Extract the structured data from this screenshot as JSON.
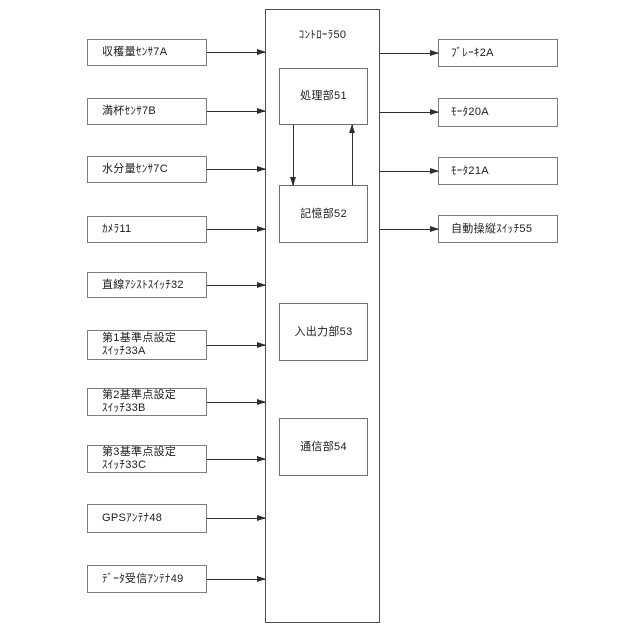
{
  "figure": {
    "type": "block-diagram",
    "controller": {
      "label": "ｺﾝﾄﾛｰﾗ50"
    },
    "controller_units": [
      {
        "label": "処理部51"
      },
      {
        "label": "記憶部52"
      },
      {
        "label": "入出力部53"
      },
      {
        "label": "通信部54"
      }
    ],
    "inputs": [
      {
        "label": "収穫量ｾﾝｻ7A"
      },
      {
        "label": "満杯ｾﾝｻ7B"
      },
      {
        "label": "水分量ｾﾝｻ7C"
      },
      {
        "label": "ｶﾒﾗ11"
      },
      {
        "label": "直線ｱｼｽﾄｽｲｯﾁ32"
      },
      {
        "label": "第1基準点設定\nｽｲｯﾁ33A"
      },
      {
        "label": "第2基準点設定\nｽｲｯﾁ33B"
      },
      {
        "label": "第3基準点設定\nｽｲｯﾁ33C"
      },
      {
        "label": "GPSｱﾝﾃﾅ48"
      },
      {
        "label": "ﾃﾞｰﾀ受信ｱﾝﾃﾅ49"
      }
    ],
    "outputs": [
      {
        "label": "ﾌﾞﾚｰｷ2A"
      },
      {
        "label": "ﾓｰﾀ20A"
      },
      {
        "label": "ﾓｰﾀ21A"
      },
      {
        "label": "自動操縦ｽｲｯﾁ55"
      }
    ],
    "internal_links": [
      {
        "from": "処理部51",
        "to": "記憶部52",
        "direction": "down"
      },
      {
        "from": "記憶部52",
        "to": "処理部51",
        "direction": "up"
      }
    ],
    "colors": {
      "background": "#ffffff",
      "box_border": "#7d7d7d",
      "controller_border": "#4f4f4f",
      "arrow": "#2e2e2e",
      "text": "#1c1c1c"
    }
  }
}
